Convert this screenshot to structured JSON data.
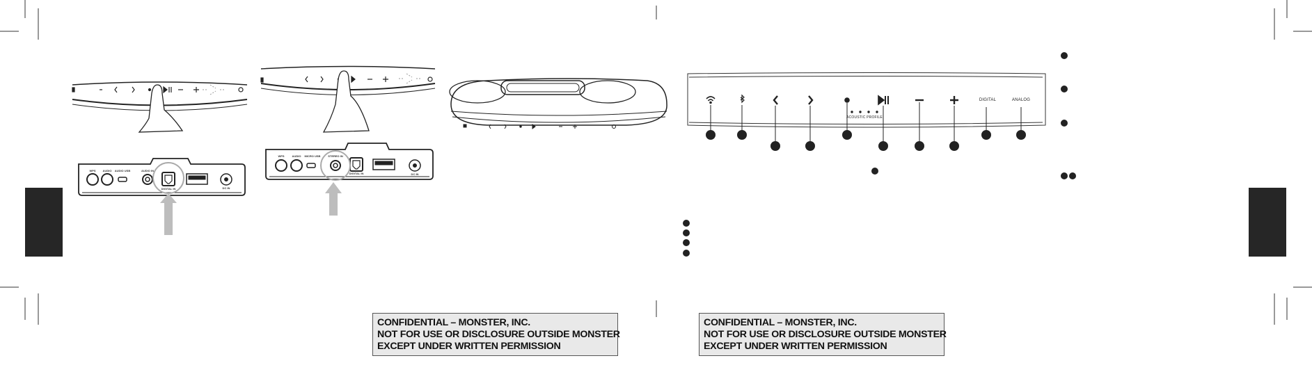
{
  "notices": [
    {
      "line1": "CONFIDENTIAL – MONSTER, INC.",
      "line2": "NOT FOR USE OR DISCLOSURE OUTSIDE MONSTER",
      "line3": "EXCEPT UNDER WRITTEN PERMISSION"
    },
    {
      "line1": "CONFIDENTIAL – MONSTER, INC.",
      "line2": "NOT FOR USE OR DISCLOSURE OUTSIDE MONSTER",
      "line3": "EXCEPT UNDER WRITTEN PERMISSION"
    }
  ],
  "control_panel": {
    "icons": [
      "wifi-icon",
      "bluetooth-icon",
      "chevron-left-icon",
      "chevron-right-icon",
      "dot-icon",
      "play-pause-icon",
      "minus-icon",
      "plus-icon"
    ],
    "digital_label": "DIGITAL",
    "analog_label": "ANALOG",
    "acoustic_profile_label": "ACOUSTIC PROFILE"
  },
  "rear_panel_1": {
    "port_labels": [
      "WPS",
      "AUDIO",
      "AUDIO USB",
      "AUDIO IN",
      "DIGITAL IN",
      "DC IN"
    ]
  },
  "rear_panel_2": {
    "port_labels": [
      "WPS",
      "AUDIO",
      "MICRO USB",
      "STEREO IN",
      "DIGITAL IN",
      "DC IN"
    ]
  },
  "colors": {
    "tab": "#262626",
    "notice_bg": "#e9e9e9",
    "arrow": "#bdbdbd",
    "ink": "#222222"
  }
}
